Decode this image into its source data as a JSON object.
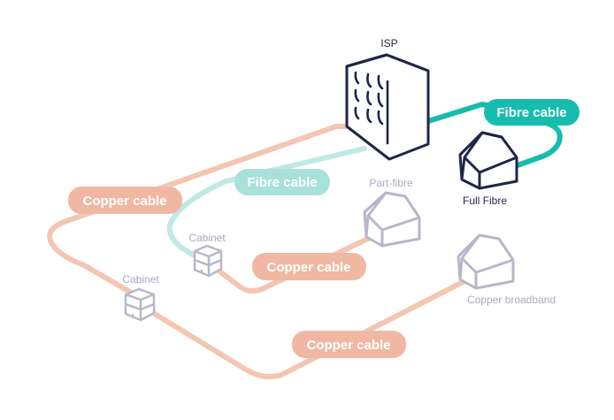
{
  "labels": {
    "isp": "ISP",
    "full_fibre": "Full Fibre",
    "part_fibre": "Part-fibre",
    "copper_broadband": "Copper broadband",
    "cabinet_upper": "Cabinet",
    "cabinet_lower": "Cabinet"
  },
  "cables": {
    "fibre_full": "Fibre cable",
    "fibre_part": "Fibre cable",
    "copper_left": "Copper cable",
    "copper_part": "Copper cable",
    "copper_bottom": "Copper cable"
  },
  "colors": {
    "fibre_active": "#16bcae",
    "fibre_faded": "#bfe9e4",
    "copper": "#f3c6b2",
    "copper_pill": "#f0b8a2",
    "fibre_pill_faded": "#a8e1da",
    "navy": "#1f2547",
    "grey_outline": "#b8b7c9",
    "grey_text": "#a9a8bd"
  },
  "icons": [
    "isp-building-icon",
    "house-icon",
    "cabinet-icon"
  ]
}
